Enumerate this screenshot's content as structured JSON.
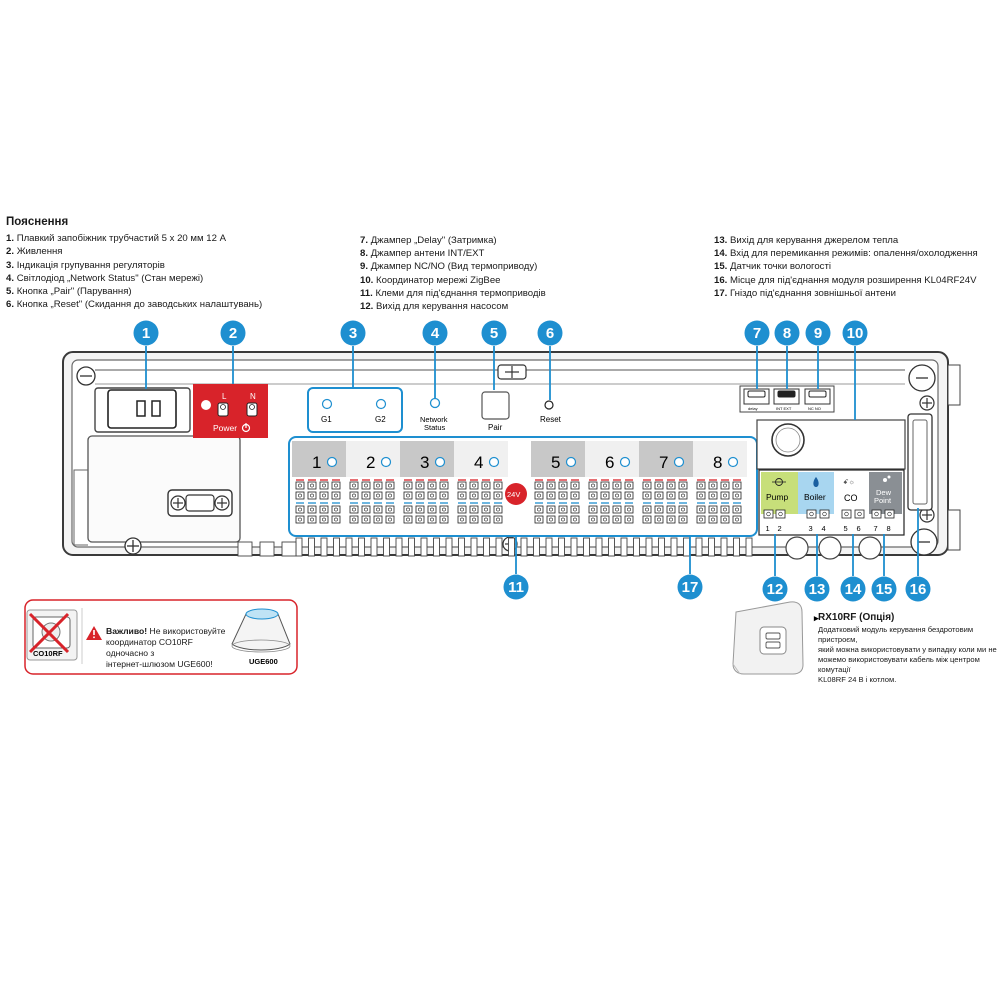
{
  "legend": {
    "title": "Пояснення",
    "col1": [
      {
        "num": "1.",
        "text": "Плавкий запобіжник трубчастий 5 x 20 мм 12 A"
      },
      {
        "num": "2.",
        "text": "Живлення"
      },
      {
        "num": "3.",
        "text": "Індикація групування регуляторів"
      },
      {
        "num": "4.",
        "text": "Світлодіод „Network Status\" (Стан мережі)"
      },
      {
        "num": "5.",
        "text": "Кнопка „Pair\" (Парування)"
      },
      {
        "num": "6.",
        "text": "Кнопка „Reset\" (Скидання до заводських налаштувань)"
      }
    ],
    "col2": [
      {
        "num": "7.",
        "text": "Джампер „Delay\" (Затримка)"
      },
      {
        "num": "8.",
        "text": "Джампер антени INT/EXT"
      },
      {
        "num": "9.",
        "text": "Джампер NC/NO (Вид термоприводу)"
      },
      {
        "num": "10.",
        "text": "Координатор мережі ZigBee"
      },
      {
        "num": "11.",
        "text": "Клеми для під'єднання термоприводів"
      },
      {
        "num": "12.",
        "text": "Вихід для керування насосом"
      }
    ],
    "col3": [
      {
        "num": "13.",
        "text": "Вихід для керування джерелом тепла"
      },
      {
        "num": "14.",
        "text": "Вхід для перемикання режимів: опалення/охолодження"
      },
      {
        "num": "15.",
        "text": "Датчик точки вологості"
      },
      {
        "num": "16.",
        "text": "Місце для під'єднання модуля розширення KL04RF24V"
      },
      {
        "num": "17.",
        "text": "Гніздо під'єднання зовнішньої антени"
      }
    ]
  },
  "callouts": [
    "1",
    "2",
    "3",
    "4",
    "5",
    "6",
    "7",
    "8",
    "9",
    "10",
    "11",
    "12",
    "13",
    "14",
    "15",
    "16",
    "17"
  ],
  "board": {
    "power_l": "L",
    "power_n": "N",
    "power_label": "Power",
    "g1": "G1",
    "g2": "G2",
    "network_line1": "Network",
    "network_line2": "Status",
    "pair": "Pair",
    "reset": "Reset",
    "zones": [
      "1",
      "2",
      "3",
      "4",
      "5",
      "6",
      "7",
      "8"
    ],
    "voltage": "24V",
    "jumper7": "delay",
    "jumper8": "INT  EXT",
    "jumper9": "NC  NO",
    "outputs": {
      "pump": "Pump",
      "boiler": "Boiler",
      "co": "CO",
      "dew1": "Dew",
      "dew2": "Point",
      "terminals": [
        "1",
        "2",
        "3",
        "4",
        "5",
        "6",
        "7",
        "8"
      ]
    }
  },
  "warning": {
    "device": "CO10RF",
    "bold": "Важливо!",
    "text1": " Не використовуйте",
    "text2": "координатор CO10RF одночасно з",
    "text3": "інтернет-шлюзом UGE600!",
    "gateway": "UGE600"
  },
  "rx": {
    "title": "RX10RF (Опція)",
    "line1": "Додатковий модуль керування бездротовим пристроєм,",
    "line2": "який можна використовувати у випадку коли ми не",
    "line3": "можемо використовувати кабель між центром комутації",
    "line4": "KL08RF 24 В і котлом."
  },
  "colors": {
    "callout": "#1e8fd0",
    "power": "#d8232a",
    "pump": "#c7df7a",
    "boiler": "#a8d6f0",
    "dew": "#8a8f94",
    "zone_dark": "#c8c8c8",
    "zone_light": "#f0f0f0"
  }
}
